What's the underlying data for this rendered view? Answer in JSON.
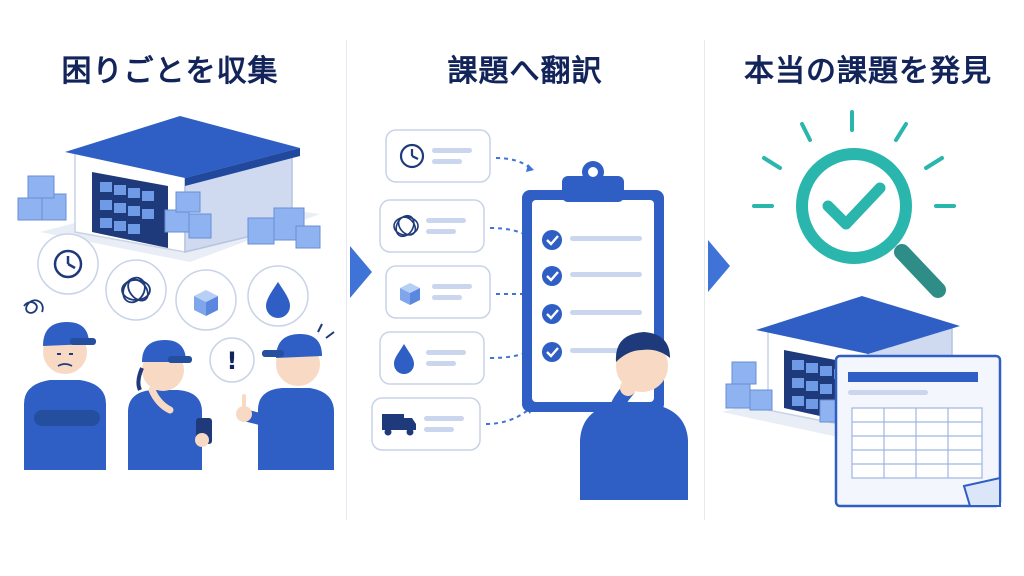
{
  "steps": [
    {
      "title": "困りごとを収集"
    },
    {
      "title": "課題へ翻訳"
    },
    {
      "title": "本当の課題を発見"
    }
  ],
  "icons": {
    "collect": [
      "clock-icon",
      "tangle-icon",
      "box-icon",
      "drop-icon",
      "exclamation-icon"
    ],
    "translate": [
      "clock-icon",
      "tangle-icon",
      "box-icon",
      "drop-icon",
      "truck-icon"
    ],
    "discover": [
      "magnifier-check-icon",
      "warehouse-icon",
      "report-icon"
    ]
  },
  "bubble_text": {
    "exclamation": "!"
  },
  "colors": {
    "primary": "#2f5fc4",
    "navy": "#12245a",
    "light_blue": "#dbe6f8",
    "teal": "#2ab5ad",
    "arrow": "#3f73d8"
  }
}
